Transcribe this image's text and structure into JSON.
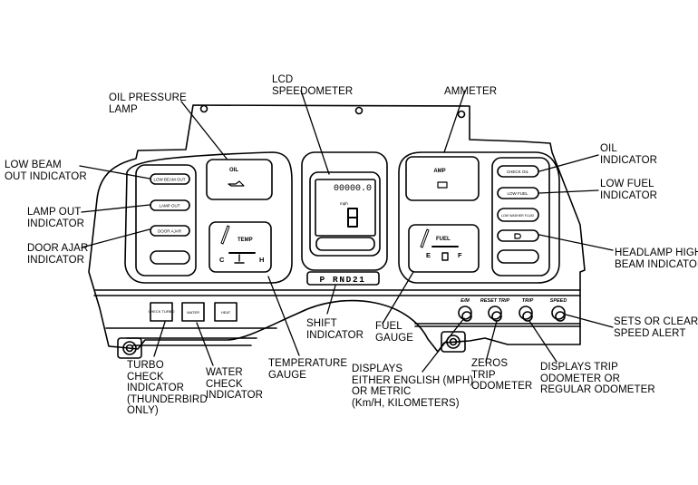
{
  "callouts": {
    "oil_pressure_lamp": "OIL PRESSURE\nLAMP",
    "lcd_speedometer": "LCD\nSPEEDOMETER",
    "ammeter": "AMMETER",
    "low_beam_out": "LOW BEAM\nOUT INDICATOR",
    "lamp_out": "LAMP OUT\nINDICATOR",
    "door_ajar": "DOOR AJAR\nINDICATOR",
    "oil_indicator": "OIL\nINDICATOR",
    "low_fuel": "LOW FUEL\nINDICATOR",
    "headlamp_high_beam": "HEADLAMP HIGH\nBEAM INDICATOR",
    "shift_indicator": "SHIFT\nINDICATOR",
    "fuel_gauge": "FUEL\nGAUGE",
    "temperature_gauge": "TEMPERATURE\nGAUGE",
    "turbo_check": "TURBO\nCHECK\nINDICATOR\n(THUNDERBIRD\nONLY)",
    "water_check": "WATER\nCHECK\nINDICATOR",
    "english_metric": "DISPLAYS\nEITHER ENGLISH (MPH)\nOR METRIC\n(Km/H, KILOMETERS)",
    "zeros_trip": "ZEROS\nTRIP\nODOMETER",
    "displays_trip": "DISPLAYS TRIP\nODOMETER OR\nREGULAR ODOMETER",
    "speed_alert": "SETS OR CLEARS\nSPEED ALERT"
  },
  "cluster": {
    "oil_gauge_label": "OIL",
    "temp_gauge_label": "TEMP",
    "temp_cold": "C",
    "temp_hot": "H",
    "amp_gauge_label": "AMP",
    "fuel_gauge_label": "FUEL",
    "fuel_empty": "E",
    "fuel_full": "F",
    "odometer_reading": "00000.0",
    "speed_unit": "mph",
    "speed_digit": "0",
    "shift_positions": "P  RND21",
    "left_lamps": [
      "LOW BEAM OUT",
      "LAMP OUT",
      "DOOR AJAR",
      ""
    ],
    "right_lamps": [
      "CHECK OIL",
      "LOW FUEL",
      "LOW WASHER FLUID",
      "HI BEAM",
      ""
    ],
    "lower_lamps": [
      "CHECK TURBO",
      "WATER",
      "HEAT"
    ],
    "buttons": [
      "E/M",
      "RESET TRIP",
      "TRIP",
      "SPEED"
    ]
  }
}
